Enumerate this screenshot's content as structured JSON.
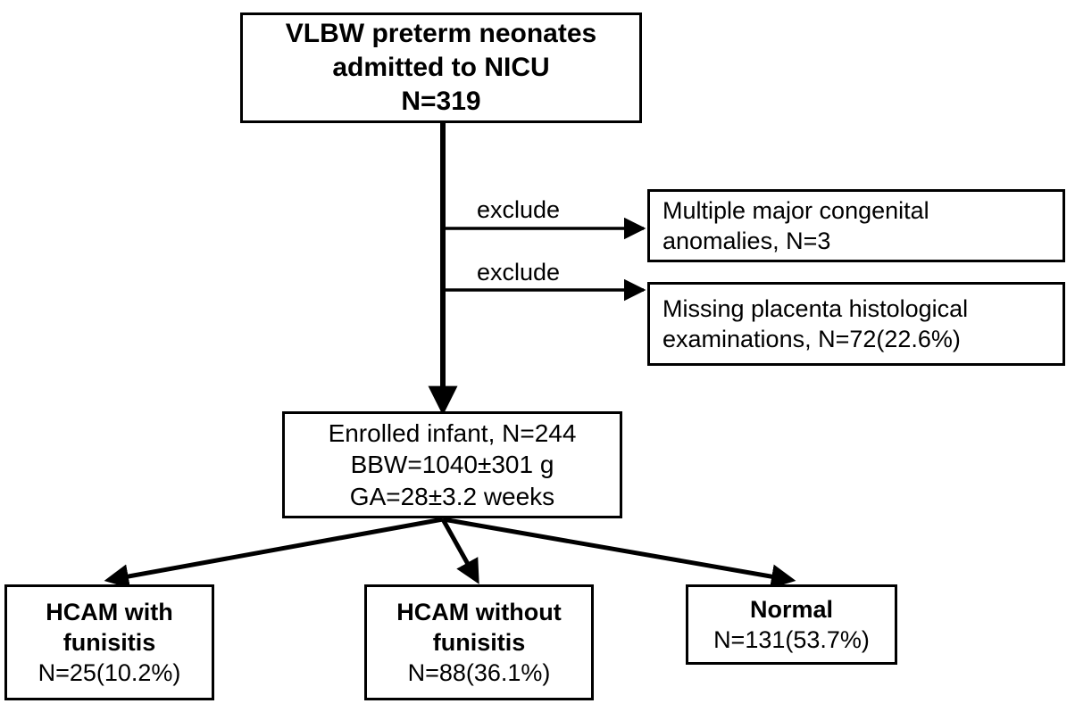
{
  "diagram": {
    "title": "VLBW preterm neonate study enrollment flow",
    "colors": {
      "stroke": "#000000",
      "background": "#ffffff",
      "text": "#000000"
    },
    "nodes": {
      "root": {
        "name": "VLBW preterm neonates admitted to NICU",
        "line1": "VLBW preterm neonates",
        "line2": "admitted to NICU",
        "line3": "N=319",
        "count": 319
      },
      "exclusion_1": {
        "name": "Multiple major congenital anomalies",
        "line1": "Multiple major congenital",
        "line2": "anomalies, N=3",
        "count": 3
      },
      "exclusion_2": {
        "name": "Missing placenta histological examinations",
        "line1": "Missing placenta histological",
        "line2": "examinations,  N=72(22.6%)",
        "count": 72,
        "percent": "22.6%"
      },
      "enrolled": {
        "name": "Enrolled infant",
        "line1": "Enrolled infant, N=244",
        "line2": "BBW=1040±301 g",
        "line3": "GA=28±3.2 weeks",
        "count": 244,
        "birth_weight": "1040±301 g",
        "gestational_age": "28±3.2 weeks"
      },
      "group_1": {
        "name": "HCAM with funisitis",
        "line1": "HCAM with",
        "line2": "funisitis",
        "line3": "N=25(10.2%)",
        "count": 25,
        "percent": "10.2%"
      },
      "group_2": {
        "name": "HCAM without funisitis",
        "line1": "HCAM without",
        "line2": "funisitis",
        "line3": "N=88(36.1%)",
        "count": 88,
        "percent": "36.1%"
      },
      "group_3": {
        "name": "Normal",
        "line1": "Normal",
        "line2": "N=131(53.7%)",
        "count": 131,
        "percent": "53.7%"
      }
    },
    "edge_labels": {
      "exclude_1": "exclude",
      "exclude_2": "exclude"
    }
  },
  "chart_data": {
    "type": "diagram",
    "title": "Study enrollment flowchart",
    "nodes": [
      {
        "id": "root",
        "label": "VLBW preterm neonates admitted to NICU",
        "n": 319
      },
      {
        "id": "exclusion_1",
        "label": "Multiple major congenital anomalies",
        "n": 3
      },
      {
        "id": "exclusion_2",
        "label": "Missing placenta histological examinations",
        "n": 72,
        "percent": 22.6
      },
      {
        "id": "enrolled",
        "label": "Enrolled infant",
        "n": 244,
        "bbw": "1040±301 g",
        "ga": "28±3.2 weeks"
      },
      {
        "id": "group_1",
        "label": "HCAM with funisitis",
        "n": 25,
        "percent": 10.2
      },
      {
        "id": "group_2",
        "label": "HCAM without funisitis",
        "n": 88,
        "percent": 36.1
      },
      {
        "id": "group_3",
        "label": "Normal",
        "n": 131,
        "percent": 53.7
      }
    ],
    "edges": [
      {
        "from": "root",
        "to": "exclusion_1",
        "label": "exclude"
      },
      {
        "from": "root",
        "to": "exclusion_2",
        "label": "exclude"
      },
      {
        "from": "root",
        "to": "enrolled",
        "label": ""
      },
      {
        "from": "enrolled",
        "to": "group_1",
        "label": ""
      },
      {
        "from": "enrolled",
        "to": "group_2",
        "label": ""
      },
      {
        "from": "enrolled",
        "to": "group_3",
        "label": ""
      }
    ]
  }
}
